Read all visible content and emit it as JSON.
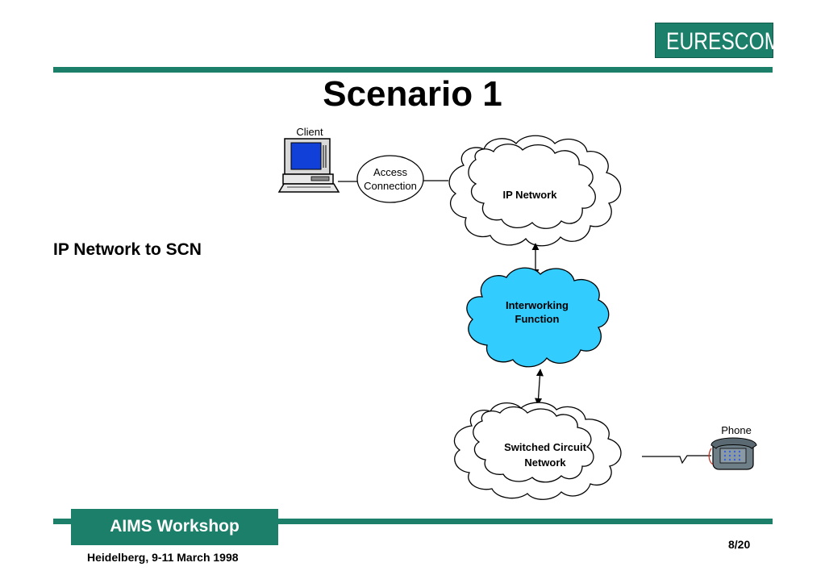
{
  "logo": {
    "text": "EURESCOM"
  },
  "slide": {
    "title": "Scenario 1",
    "subtitle": "IP Network to SCN"
  },
  "diagram": {
    "client_label": "Client",
    "access_line1": "Access",
    "access_line2": "Connection",
    "ip_network_label": "IP Network",
    "interworking_line1": "Interworking",
    "interworking_line2": "Function",
    "switched_line1": "Switched Circuit",
    "switched_line2": "Network",
    "phone_label": "Phone",
    "interworking_color": "#33ccff"
  },
  "footer": {
    "workshop": "AIMS Workshop",
    "date": "Heidelberg, 9-11 March 1998",
    "page": "8/20"
  },
  "colors": {
    "brand": "#1b7f6a"
  }
}
